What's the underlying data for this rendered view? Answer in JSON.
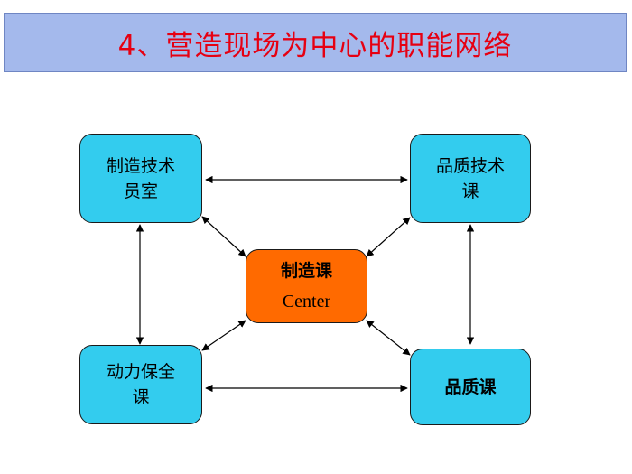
{
  "title": "4、营造现场为中心的职能网络",
  "colors": {
    "title_background": "#a4b9ec",
    "title_text": "#e60012",
    "node_fill": "#33ccee",
    "center_fill": "#ff6a00",
    "arrow": "#000000"
  },
  "nodes": {
    "top_left": {
      "lines": [
        "制造技术",
        "员室"
      ]
    },
    "top_right": {
      "lines": [
        "品质技术",
        "课"
      ]
    },
    "bottom_left": {
      "lines": [
        "动力保全",
        "课"
      ]
    },
    "bottom_right": {
      "lines": [
        "品质课"
      ]
    },
    "center": {
      "label": "制造课",
      "sub_label": "Center"
    }
  },
  "connections": [
    {
      "from": "top_left",
      "to": "top_right",
      "direction": "both"
    },
    {
      "from": "bottom_left",
      "to": "bottom_right",
      "direction": "both"
    },
    {
      "from": "top_left",
      "to": "bottom_left",
      "direction": "both"
    },
    {
      "from": "top_right",
      "to": "bottom_right",
      "direction": "both"
    },
    {
      "from": "center",
      "to": "top_left",
      "direction": "both"
    },
    {
      "from": "center",
      "to": "top_right",
      "direction": "both"
    },
    {
      "from": "center",
      "to": "bottom_left",
      "direction": "both"
    },
    {
      "from": "center",
      "to": "bottom_right",
      "direction": "both"
    }
  ]
}
